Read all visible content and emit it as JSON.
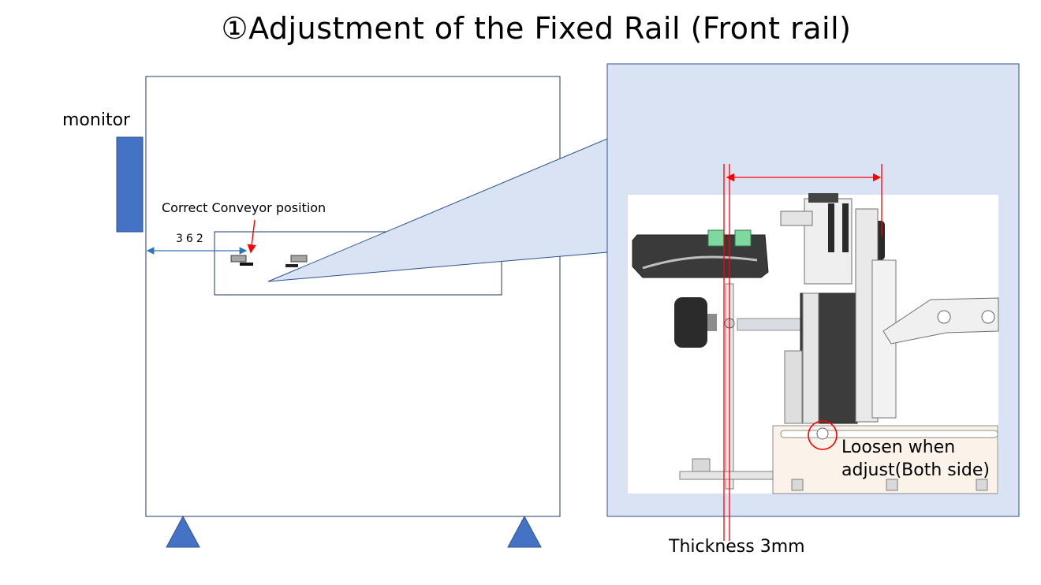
{
  "title": "①Adjustment of the Fixed Rail (Front rail)",
  "labels": {
    "monitor": "monitor",
    "correct_conveyor_position": "Correct Conveyor position",
    "distance": "362",
    "loosen_line1": "Loosen when",
    "loosen_line2": "adjust(Both side)",
    "thickness": "Thickness 3mm"
  },
  "colors": {
    "blue_shape": "#4472c4",
    "callout_fill": "#dae3f3",
    "callout_border": "#2f528f",
    "red_annotation": "#ff0000",
    "dark_outline": "#1f3864"
  }
}
